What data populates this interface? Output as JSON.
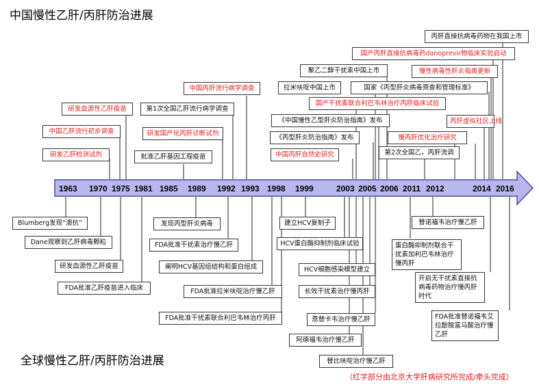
{
  "title_top": "中国慢性乙肝/丙肝防治进展",
  "title_bottom": "全球慢性乙肝/丙肝防治进展",
  "note": "（红字部分由北京大学肝病研究所完成/牵头完成）",
  "colors": {
    "red": "#e02020",
    "timeline_fill": "#b8b8ef",
    "timeline_stroke": "#4a4aa0"
  },
  "years": [
    "1963",
    "1970",
    "1975",
    "1981",
    "1985",
    "1989",
    "1992",
    "1993",
    "1998",
    "1999",
    "2003",
    "2005",
    "2006",
    "2011",
    "2012",
    "2014",
    "2016"
  ],
  "china": {
    "c1": "研发血源性乙肝疫苗",
    "c2": "中国乙肝流行初步调查",
    "c3": "研发乙肝检测试剂",
    "c4": "中国丙肝流行病学调查",
    "c5": "第1次全国乙肝流行病学调查",
    "c6": "研发国产化丙肝诊断试剂",
    "c7": "批准乙肝基因工程疫苗",
    "c8": "聚乙二醇干扰素中国上市",
    "c9": "拉米呋啶中国上市",
    "c10": "国产干扰素联合利巴韦林治疗丙肝临床试验",
    "c11": "《中国慢性乙型肝炎防治指南》发布",
    "c12": "《丙型肝炎防治指南》发布",
    "c13": "中国丙肝自然史研究",
    "c14": "国家《丙型肝炎病毒筛查和管理标准》",
    "c15": "慢丙肝优化治疗研究",
    "c16": "第2次全国乙，丙肝流调",
    "c17": "丙肝直接抗病毒药物在我国上市",
    "c18": "国产丙肝直接抗病毒药danoprevir物临床实验启动",
    "c19": "慢性病毒性肝炎指南更新",
    "c20": "丙肝虚拟社区上线"
  },
  "global": {
    "g1": "Blumberg发现“澳抗”",
    "g2": "Dane观察到乙肝病毒颗粒",
    "g3": "研发血源性乙肝疫苗",
    "g4": "FDA批准乙肝疫苗进入临床",
    "g5": "发现丙型肝炎病毒",
    "g6": "FDA批准干扰素治疗慢乙肝",
    "g7": "阐明HCV基因组结构和蛋白组成",
    "g8": "FDA批准拉米呋啶治疗慢乙肝",
    "g9": "FDA批准干扰素联合利巴韦林治疗丙肝",
    "g10": "建立HCV复制子",
    "g11": "HCV蛋白酶抑制剂临床试验",
    "g12": "HCV细胞感染模型建立",
    "g13": "长效干扰素治疗慢丙肝",
    "g14": "恩替卡韦治疗慢乙肝",
    "g15": "阿德福韦治疗慢乙肝",
    "g16": "替比呋啶治疗慢乙肝",
    "g17": "替诺福韦治疗慢乙肝",
    "g18": "蛋白酶抑制剂联合干扰素加利巴韦林治疗慢丙肝",
    "g19": "开启无干扰素直接抗病毒药物治疗慢丙肝时代",
    "g20": "FDA批准替诺福韦艾拉酚胺富马酸治疗慢乙肝"
  }
}
